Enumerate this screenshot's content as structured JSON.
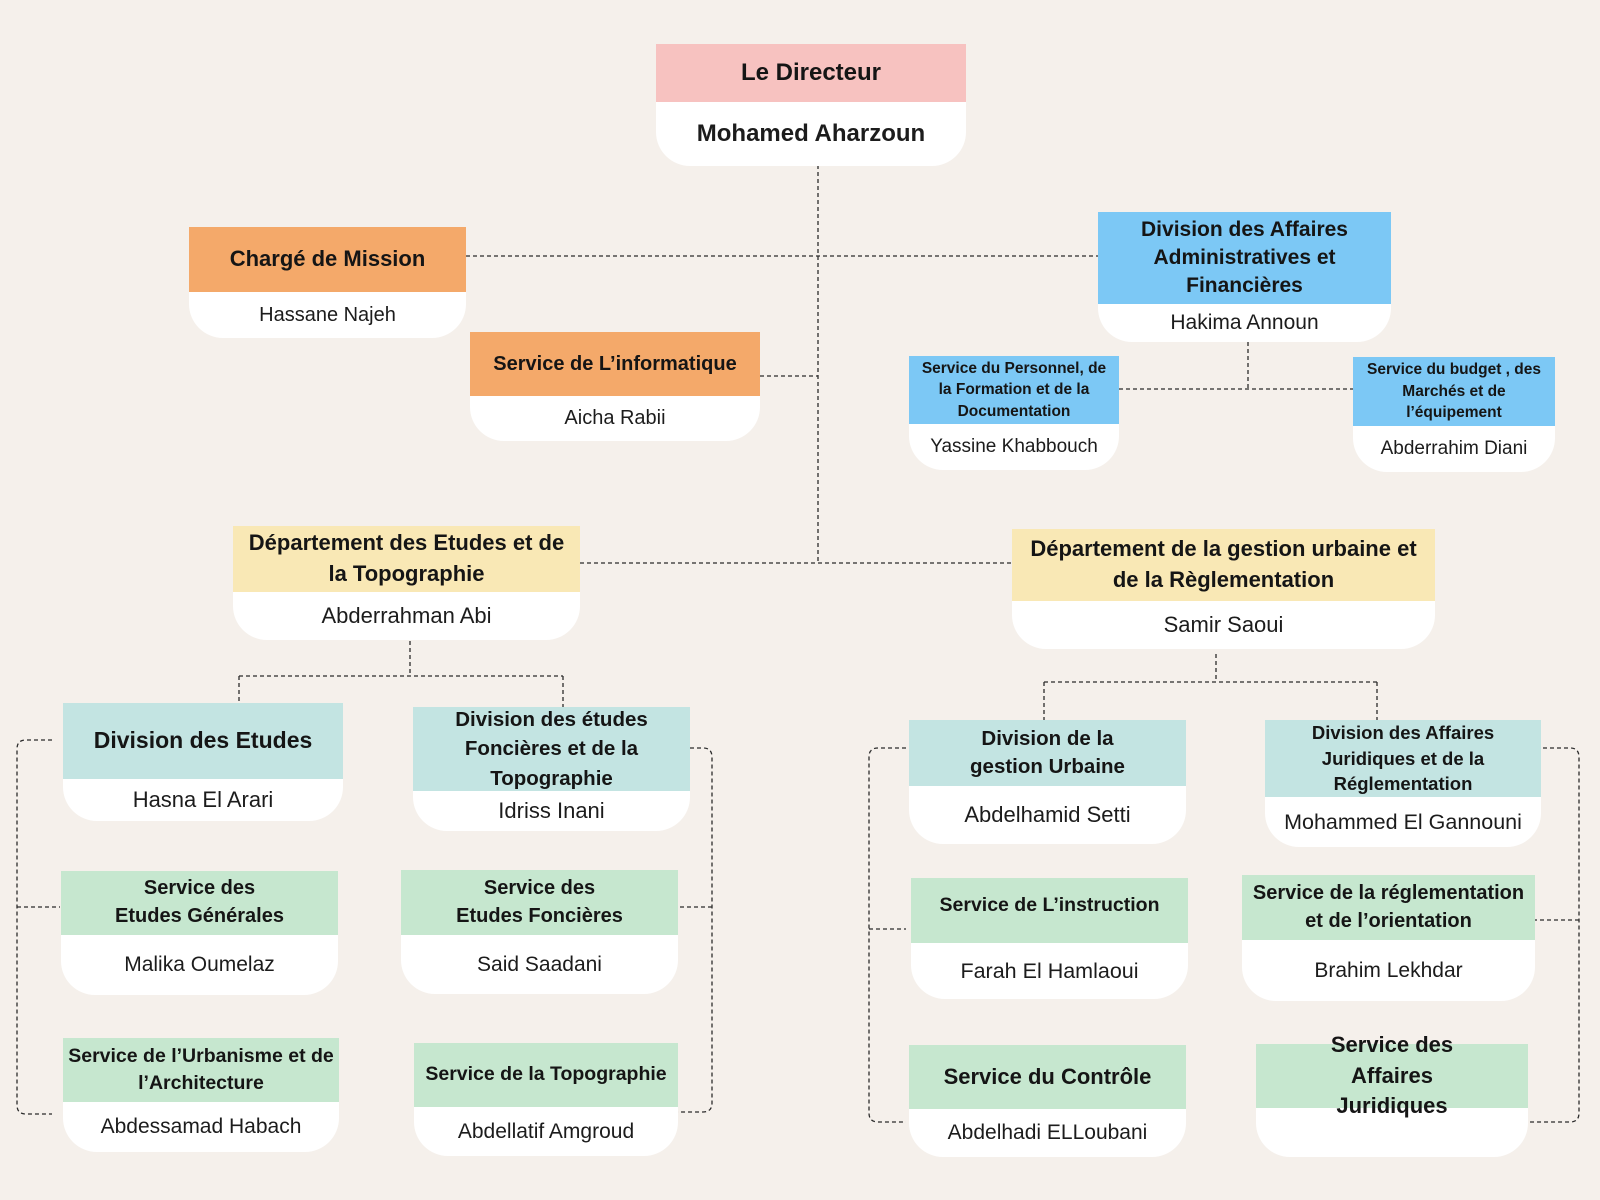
{
  "colors": {
    "background": "#f5f0eb",
    "director_header": "#f7c2c0",
    "mission_header": "#f4a96a",
    "admin_header": "#7cc8f5",
    "department_header": "#f9e8b5",
    "division_header": "#c3e4e2",
    "service_header": "#c6e7cf",
    "card_body": "#ffffff",
    "connector": "#2b2b2b"
  },
  "director": {
    "title": "Le Directeur",
    "name": "Mohamed Aharzoun"
  },
  "mission": {
    "title": "Chargé de Mission",
    "name": "Hassane Najeh"
  },
  "informatique": {
    "title": "Service de L’informatique",
    "name": "Aicha Rabii"
  },
  "daaf": {
    "title": "Division des Affaires Administratives et Financières",
    "name": "Hakima Announ"
  },
  "personnel": {
    "title": "Service du Personnel, de la Formation et de la Documentation",
    "name": "Yassine Khabbouch"
  },
  "budget": {
    "title": "Service du budget , des Marchés et de l’équipement",
    "name": "Abderrahim Diani"
  },
  "dept_etudes": {
    "title": "Département des Etudes et de la Topographie",
    "name": "Abderrahman Abi"
  },
  "dept_gestion": {
    "title": "Département de la gestion urbaine et de la Règlementation",
    "name": "Samir Saoui"
  },
  "div_etudes": {
    "title": "Division des Etudes",
    "name": "Hasna El Arari"
  },
  "div_foncieres": {
    "title": "Division des études Foncières et de la Topographie",
    "name": "Idriss Inani"
  },
  "div_gestion": {
    "title": "Division de la gestion Urbaine",
    "name": "Abdelhamid Setti"
  },
  "div_juridiques": {
    "title": "Division des Affaires Juridiques et de la Réglementation",
    "name": "Mohammed El Gannouni"
  },
  "svc_etudes_gen": {
    "title": "Service des Etudes Générales",
    "name": "Malika Oumelaz"
  },
  "svc_urbanisme": {
    "title": "Service de l’Urbanisme et de l’Architecture",
    "name": "Abdessamad Habach"
  },
  "svc_etudes_fonc": {
    "title": "Service des Etudes Foncières",
    "name": "Said Saadani"
  },
  "svc_topo": {
    "title": "Service de la Topographie",
    "name": "Abdellatif Amgroud"
  },
  "svc_instruction": {
    "title": "Service de L’instruction",
    "name": "Farah El Hamlaoui"
  },
  "svc_controle": {
    "title": "Service du Contrôle",
    "name": "Abdelhadi ELLoubani"
  },
  "svc_reglementation": {
    "title": "Service de la réglementation et de l’orientation",
    "name": "Brahim Lekhdar"
  },
  "svc_aff_juridiques": {
    "title": "Service des Affaires Juridiques",
    "name": ""
  }
}
